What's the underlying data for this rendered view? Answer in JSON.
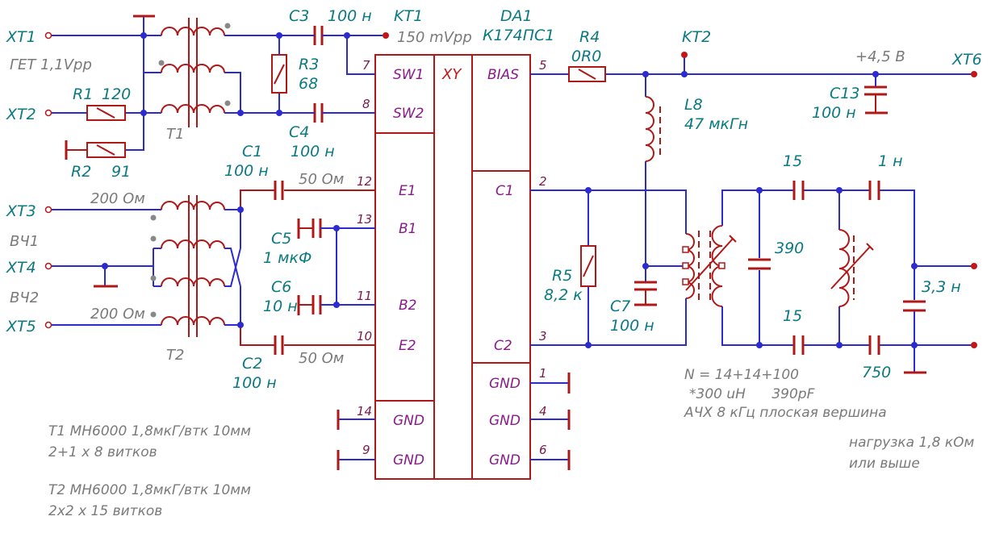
{
  "connectors": {
    "xt1": "XT1",
    "xt2": "XT2",
    "xt3": "XT3",
    "xt4": "XT4",
    "xt5": "XT5",
    "xt6": "XT6",
    "kt1": "KT1",
    "kt2": "KT2"
  },
  "labels": {
    "get": "ГЕТ 1,1Vpp",
    "vch1": "ВЧ1",
    "vch2": "ВЧ2",
    "ohm200_top": "200 Ом",
    "ohm200_bot": "200 Ом",
    "ohm50_top": "50 Ом",
    "ohm50_bot": "50 Ом",
    "mvpp": "150 mVpp",
    "plus45": "+4,5 В"
  },
  "components": {
    "r1": "R1",
    "r1_val": "120",
    "r2": "R2",
    "r2_val": "91",
    "r3": "R3",
    "r3_val": "68",
    "r4": "R4",
    "r4_val": "0R0",
    "r5": "R5",
    "r5_val": "8,2 к",
    "c1": "C1",
    "c1_val": "100 н",
    "c2": "C2",
    "c2_val": "100 н",
    "c3": "C3",
    "c3_val": "100 н",
    "c4": "C4",
    "c4_val": "100 н",
    "c5": "C5",
    "c5_val": "1 мкФ",
    "c6": "C6",
    "c6_val": "10 н",
    "c7": "C7",
    "c7_val": "100 н",
    "c13": "C13",
    "c13_val": "100 н",
    "l8": "L8",
    "l8_val": "47 мкГн",
    "t1": "T1",
    "t2": "T2",
    "f15a": "15",
    "f15b": "15",
    "f1n": "1 н",
    "f390": "390",
    "f33n": "3,3 н",
    "f750": "750"
  },
  "ic": {
    "ref": "DA1",
    "part": "К174ПС1",
    "xy": "XY",
    "pins": {
      "sw1": "SW1",
      "sw2": "SW2",
      "e1": "E1",
      "b1": "B1",
      "b2": "B2",
      "e2": "E2",
      "gnd": "GND",
      "bias": "BIAS",
      "c1": "C1",
      "c2": "C2"
    },
    "pin_numbers": {
      "p7": "7",
      "p8": "8",
      "p12": "12",
      "p13": "13",
      "p11": "11",
      "p10": "10",
      "p14": "14",
      "p9": "9",
      "p5": "5",
      "p2": "2",
      "p3": "3",
      "p1": "1",
      "p4": "4",
      "p6": "6"
    }
  },
  "notes": {
    "filter1": "N = 14+14+100",
    "filter2": "*300 uH      390pF",
    "filter3": "АЧХ 8 кГц плоская вершина",
    "load1": "нагрузка 1,8 кОм",
    "load2": "или выше",
    "t1_1": "T1 MH6000 1,8мкГ/втк 10мм",
    "t1_2": "2+1 x 8 витков",
    "t2_1": "T2 MH6000 1,8мкГ/втк 10мм",
    "t2_2": "2x2 x 15 витков"
  }
}
